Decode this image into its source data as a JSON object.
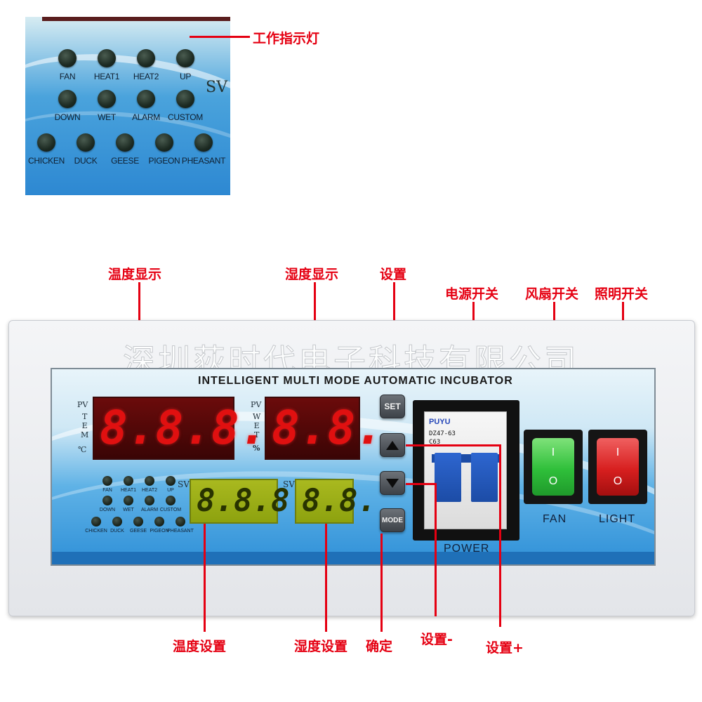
{
  "inset": {
    "sv_label": "SV",
    "led_row1": [
      "FAN",
      "HEAT1",
      "HEAT2",
      "UP"
    ],
    "led_row2": [
      "DOWN",
      "WET",
      "ALARM",
      "CUSTOM"
    ],
    "led_row3": [
      "CHICKEN",
      "DUCK",
      "GEESE",
      "PIGEON",
      "PHEASANT"
    ]
  },
  "annotations": {
    "indicator_lights": "工作指示灯",
    "temp_display": "温度显示",
    "humidity_display": "湿度显示",
    "set": "设置",
    "power_switch": "电源开关",
    "fan_switch": "风扇开关",
    "light_switch": "照明开关",
    "temp_setting": "温度设置",
    "humidity_setting": "湿度设置",
    "confirm": "确定",
    "set_minus": "设置-",
    "set_plus": "设置+"
  },
  "panel": {
    "watermark": "深圳荻时代电子科技有限公司",
    "title": "INTELLIGENT MULTI MODE AUTOMATIC INCUBATOR",
    "pv_temp_label": "PV",
    "temp_unit_letters": "T\nE\nM",
    "temp_unit": "℃",
    "pv_wet_label": "PV",
    "wet_unit_letters": "W\nE\nT",
    "wet_unit": "%",
    "temp_pv_digits": [
      "8.",
      "8.",
      "8."
    ],
    "wet_pv_digits": [
      "8.",
      "8."
    ],
    "sv_label_1": "SV",
    "sv_label_2": "SV",
    "temp_sv_digits": [
      "8.",
      "8.",
      "8."
    ],
    "wet_sv_digits": [
      "8.",
      "8."
    ],
    "led_row1": [
      "FAN",
      "HEAT1",
      "HEAT2",
      "UP"
    ],
    "led_row2": [
      "DOWN",
      "WET",
      "ALARM",
      "CUSTOM"
    ],
    "led_row3": [
      "CHICKEN",
      "DUCK",
      "GEESE",
      "PIGEON",
      "PHEASANT"
    ],
    "set_button": "SET",
    "mode_button": "MODE",
    "breaker_brand": "PUYU",
    "breaker_model": "DZ47-63",
    "breaker_rating": "C63",
    "power_label": "POWER",
    "fan_label": "FAN",
    "light_label": "LIGHT",
    "rocker_on": "I",
    "rocker_off": "O"
  },
  "colors": {
    "annotation": "#e50012",
    "led_display": "#e01010",
    "lcd_display": "#a9b91f",
    "fan_switch": "#2fbf3a",
    "light_switch": "#d71f1f"
  }
}
